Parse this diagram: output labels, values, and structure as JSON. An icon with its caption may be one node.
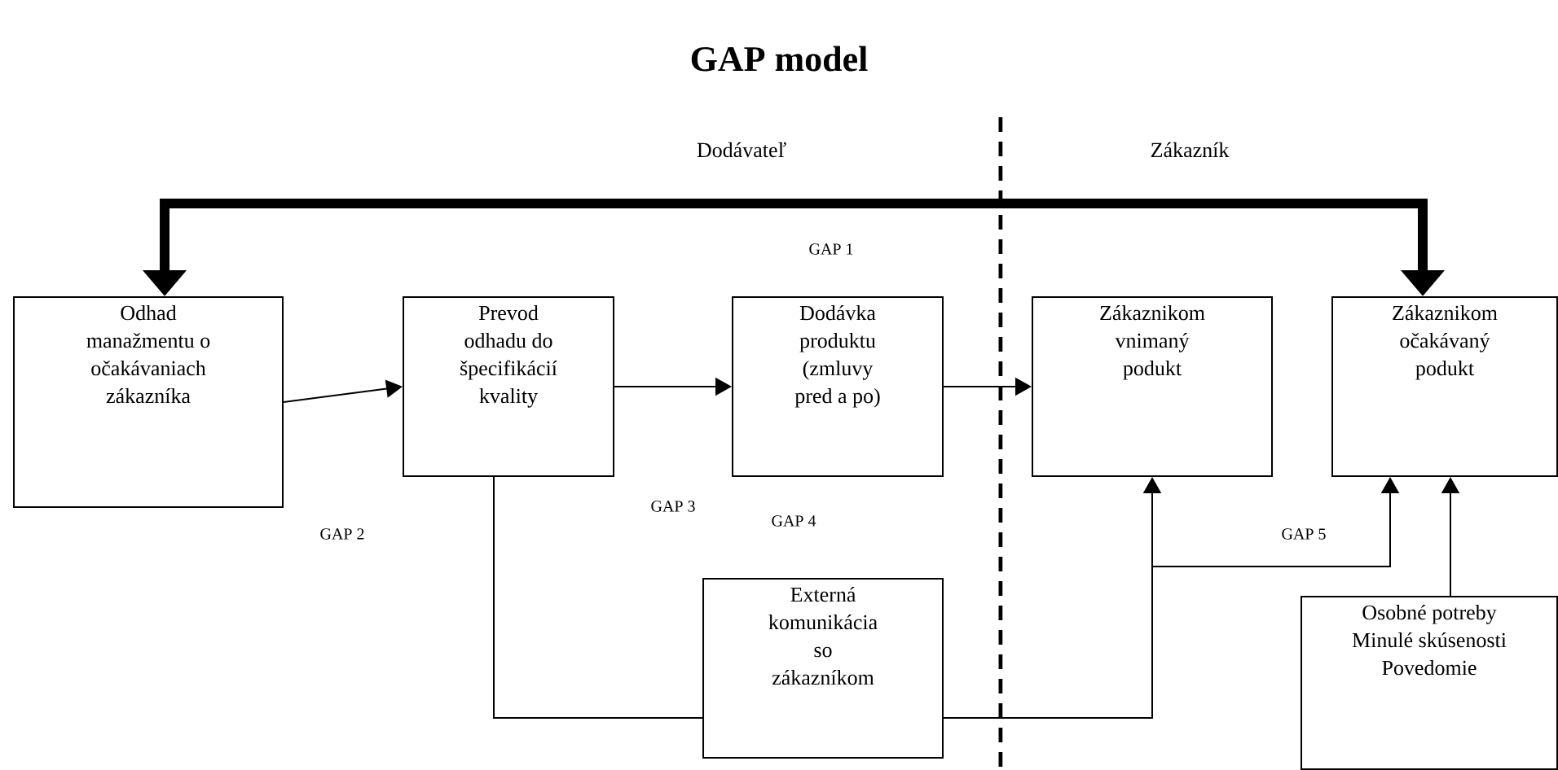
{
  "diagram": {
    "title": "GAP model",
    "nodes": [
      {
        "text": [
          "Odhad manažmentu o očakávaniach zákazníka"
        ]
      },
      {
        "text": [
          "Prevod odhadu do špecifikácií kvality"
        ]
      },
      {
        "text": [
          "Dodávka produktu (zmluvy pred a po)"
        ]
      },
      {
        "text": [
          "Zákaznikom vnimaný podukt"
        ]
      },
      {
        "text": [
          "Zákaznikom očakávaný podukt"
        ]
      },
      {
        "text": [
          "Externá komunikácia so zákazníkom"
        ]
      },
      {
        "text": [
          "Osobné potreby",
          "Minulé skúsenosti",
          "Povedomie"
        ]
      }
    ],
    "edges": [
      {
        "from": 0,
        "to": 4,
        "arrow": "both",
        "style": "thick"
      },
      {
        "from": 0,
        "to": 1,
        "arrow": "to"
      },
      {
        "from": 1,
        "to": 2,
        "arrow": "to"
      },
      {
        "from": 2,
        "to": 3,
        "arrow": "to"
      },
      {
        "from": 1,
        "to": 5,
        "arrow": "none"
      },
      {
        "from": 5,
        "to": 3,
        "arrow": "to"
      },
      {
        "from": 5,
        "to": 4,
        "arrow": "to"
      },
      {
        "from": 6,
        "to": 4,
        "arrow": "to"
      }
    ],
    "labels": [
      "Dodávateľ",
      "Zákazník",
      "GAP 1",
      "GAP 2",
      "GAP 3",
      "GAP 4",
      "GAP 5"
    ]
  }
}
